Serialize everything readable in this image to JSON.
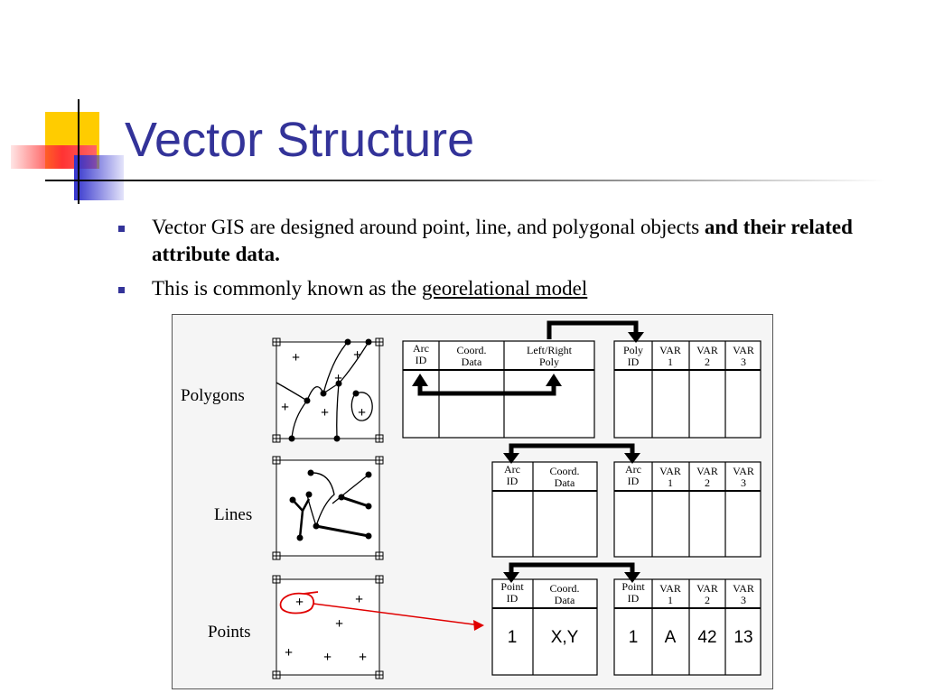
{
  "slide": {
    "title": "Vector Structure",
    "bullets": [
      {
        "text": "Vector GIS are designed around point, line, and polygonal objects ",
        "bold": "and their related attribute data."
      },
      {
        "text": "This is commonly known as the ",
        "underlined": "georelational model"
      }
    ],
    "colors": {
      "title": "#333399",
      "bullet": "#333399",
      "deco_yellow": "#ffcc00",
      "deco_blue": "#3333cc",
      "deco_red": "#ff3333",
      "annotation": "#e00000"
    }
  },
  "diagram": {
    "rows": [
      {
        "label": "Polygons",
        "table1": {
          "headers": [
            [
              "Arc",
              "ID"
            ],
            [
              "Coord.",
              "Data"
            ],
            [
              "Left/Right",
              "Poly"
            ]
          ]
        },
        "table2": {
          "headers": [
            [
              "Poly",
              "ID"
            ],
            [
              "VAR",
              "1"
            ],
            [
              "VAR",
              "2"
            ],
            [
              "VAR",
              "3"
            ]
          ]
        }
      },
      {
        "label": "Lines",
        "table1": {
          "headers": [
            [
              "Arc",
              "ID"
            ],
            [
              "Coord.",
              "Data"
            ]
          ]
        },
        "table2": {
          "headers": [
            [
              "Arc",
              "ID"
            ],
            [
              "VAR",
              "1"
            ],
            [
              "VAR",
              "2"
            ],
            [
              "VAR",
              "3"
            ]
          ]
        }
      },
      {
        "label": "Points",
        "table1": {
          "headers": [
            [
              "Point",
              "ID"
            ],
            [
              "Coord.",
              "Data"
            ]
          ],
          "values": [
            "1",
            "X,Y"
          ]
        },
        "table2": {
          "headers": [
            [
              "Point",
              "ID"
            ],
            [
              "VAR",
              "1"
            ],
            [
              "VAR",
              "2"
            ],
            [
              "VAR",
              "3"
            ]
          ],
          "values": [
            "1",
            "A",
            "42",
            "13"
          ]
        }
      }
    ]
  }
}
